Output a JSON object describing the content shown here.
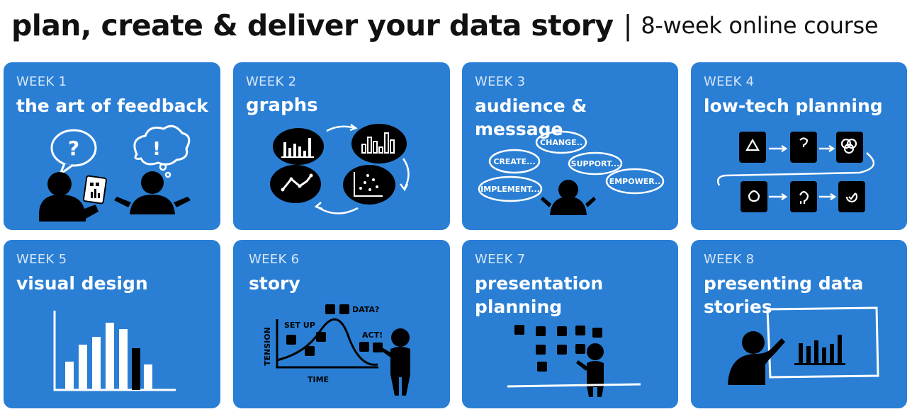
{
  "header": {
    "title": "plan, create & deliver your data story",
    "separator": "|",
    "subtitle": "8-week online course"
  },
  "weeks": [
    {
      "label": "WEEK 1",
      "title": "the art of feedback"
    },
    {
      "label": "WEEK 2",
      "title": "graphs"
    },
    {
      "label": "WEEK 3",
      "title": "audience & message"
    },
    {
      "label": "WEEK 4",
      "title": "low-tech planning"
    },
    {
      "label": "WEEK 5",
      "title": "visual design"
    },
    {
      "label": "WEEK 6",
      "title": "story"
    },
    {
      "label": "WEEK 7",
      "title": "presentation planning"
    },
    {
      "label": "WEEK 8",
      "title": "presenting data stories"
    }
  ],
  "illustrations": {
    "week3_bubbles": [
      "CHANGE..",
      "CREATE...",
      "SUPPORT...",
      "EMPOWER..",
      "IMPLEMENT..."
    ],
    "week6_labels": {
      "y_axis": "TENSION",
      "x_axis": "TIME",
      "setup": "SET UP",
      "data": "DATA?",
      "act": "ACT!"
    }
  },
  "colors": {
    "card": "#2a7fd4",
    "ink": "#000000",
    "paper": "#ffffff"
  }
}
